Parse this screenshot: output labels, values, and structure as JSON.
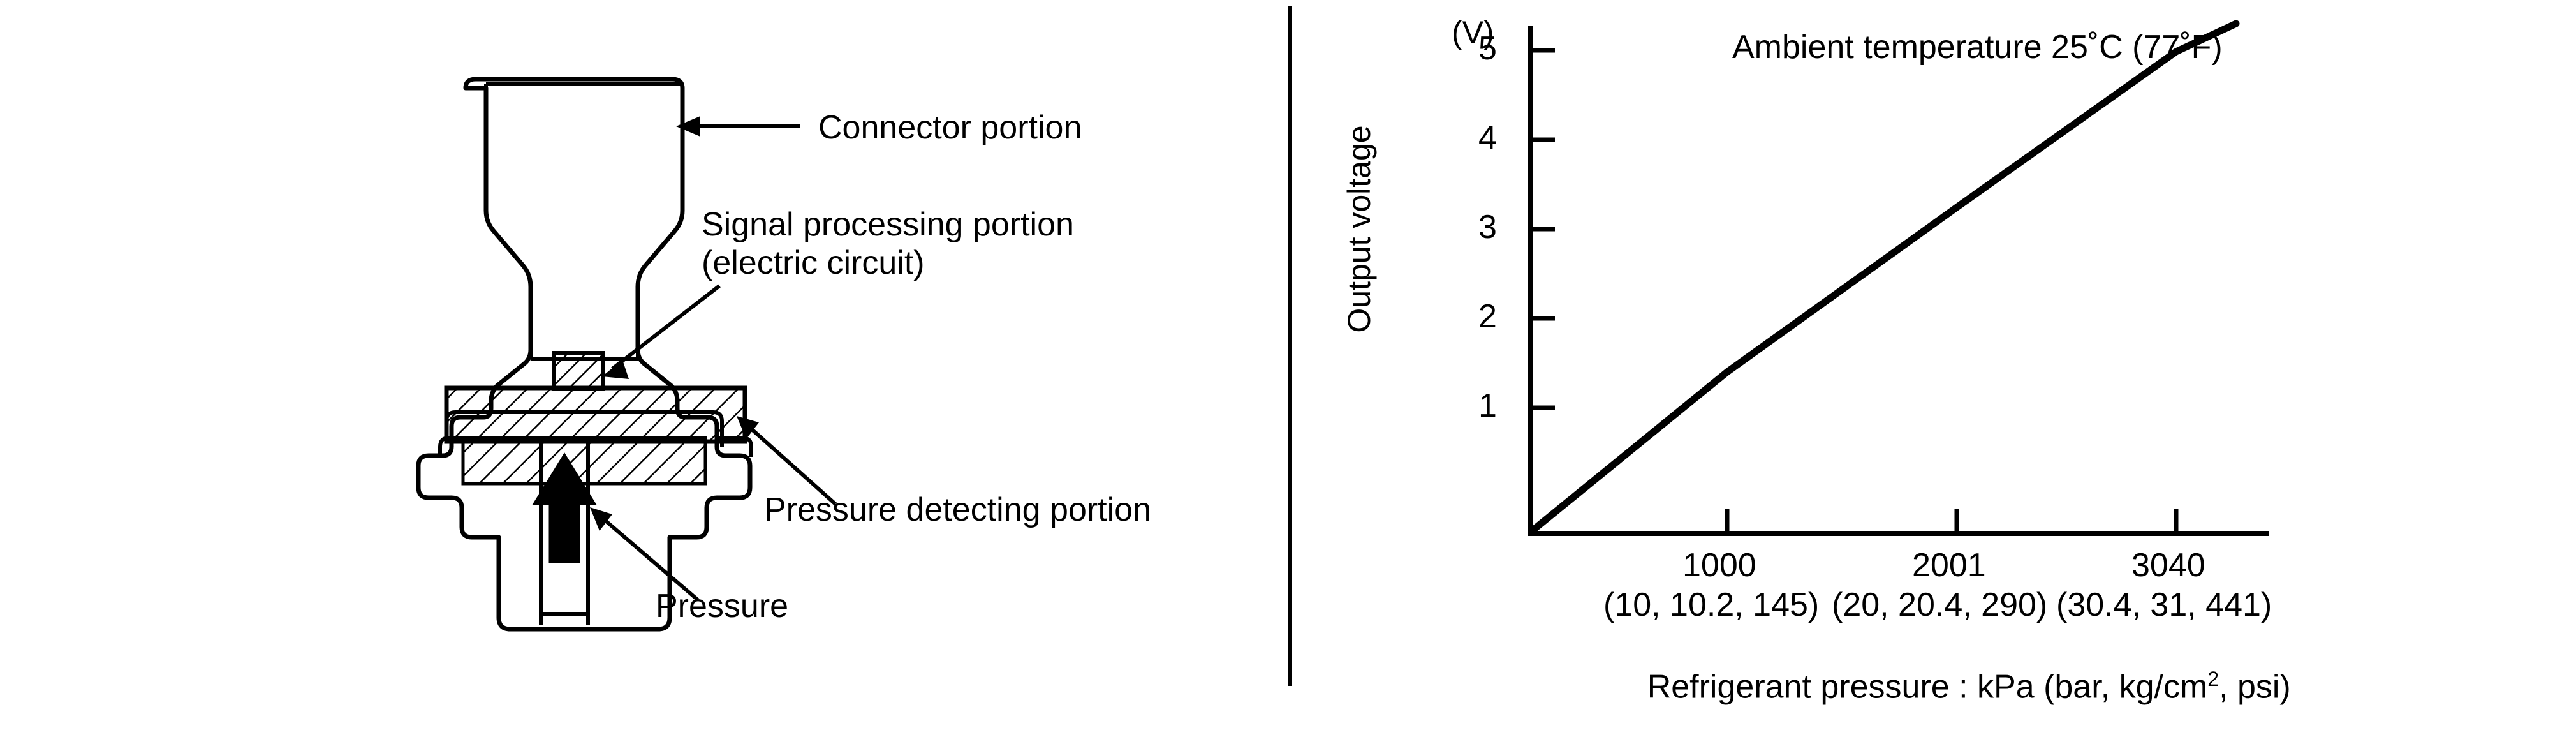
{
  "left_panel": {
    "name": "pressure-sensor-cross-section",
    "callouts": [
      {
        "id": "connector",
        "label": "Connector portion"
      },
      {
        "id": "signal1",
        "label": "Signal processing portion"
      },
      {
        "id": "signal2",
        "label": "(electric circuit)"
      },
      {
        "id": "detecting",
        "label": "Pressure detecting portion"
      },
      {
        "id": "pressure",
        "label": "Pressure"
      }
    ]
  },
  "right_panel": {
    "name": "output-voltage-vs-refrigerant-pressure-chart"
  },
  "chart_data": {
    "type": "line",
    "title": "Ambient temperature 25˚C (77˚F)",
    "ylabel": "Output voltage",
    "yunit": "(V)",
    "ytick_labels": [
      "1",
      "2",
      "3",
      "4",
      "5"
    ],
    "ytick_values": [
      1,
      2,
      3,
      4,
      5
    ],
    "ylim": [
      0,
      5.6
    ],
    "xlabel_prefix": "Refrigerant pressure : kPa (bar, kg/cm",
    "xlabel_sup": "2",
    "xlabel_suffix": ", psi)",
    "xtick_labels": [
      "1000",
      "2001",
      "3040"
    ],
    "xtick_values": [
      1000,
      2001,
      3040
    ],
    "xtick_sublabels": [
      "(10, 10.2, 145)",
      "(20, 20.4, 290)",
      "(30.4, 31, 441)"
    ],
    "xlim": [
      0,
      3320
    ],
    "grid": false,
    "legend": "none",
    "series": [
      {
        "name": "Output voltage",
        "x": [
          0,
          1000,
          2001,
          3040,
          3230
        ],
        "y": [
          0.0,
          1.55,
          3.1,
          4.71,
          5.0
        ]
      }
    ],
    "line_color": "#000000",
    "line_width": 9
  }
}
